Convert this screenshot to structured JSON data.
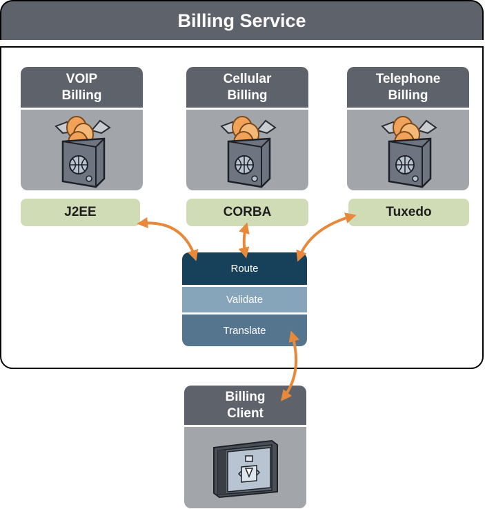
{
  "service": {
    "title": "Billing Service"
  },
  "components": [
    {
      "head_line1": "VOIP",
      "head_line2": "Billing",
      "tech": "J2EE"
    },
    {
      "head_line1": "Cellular",
      "head_line2": "Billing",
      "tech": "CORBA"
    },
    {
      "head_line1": "Telephone",
      "head_line2": "Billing",
      "tech": "Tuxedo"
    }
  ],
  "router": {
    "route": "Route",
    "validate": "Validate",
    "translate": "Translate"
  },
  "client": {
    "head_line1": "Billing",
    "head_line2": "Client"
  },
  "colors": {
    "header_gray": "#5e636b",
    "body_gray": "#a2a5aa",
    "pill_green": "#cfdcb6",
    "route_dark_blue": "#17415a",
    "validate_light_blue": "#86a4ba",
    "translate_mid_blue": "#55758f",
    "arrow_orange": "#e8883a"
  },
  "icons": {
    "component": "software-package-icon",
    "client": "client-window-icon"
  }
}
